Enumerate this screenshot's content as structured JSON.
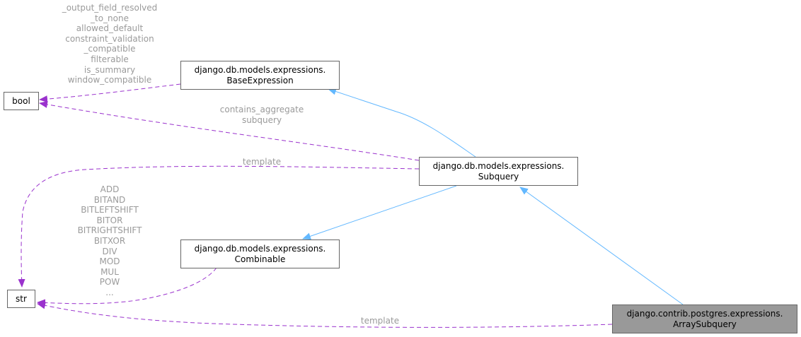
{
  "nodes": {
    "bool": {
      "label": "bool"
    },
    "str": {
      "label": "str"
    },
    "base_expression": {
      "line1": "django.db.models.expressions.",
      "line2": "BaseExpression"
    },
    "subquery": {
      "line1": "django.db.models.expressions.",
      "line2": "Subquery"
    },
    "combinable": {
      "line1": "django.db.models.expressions.",
      "line2": "Combinable"
    },
    "array_subquery": {
      "line1": "django.contrib.postgres.expressions.",
      "line2": "ArraySubquery"
    }
  },
  "edge_labels": {
    "base_to_bool": [
      "_output_field_resolved",
      "_to_none",
      "allowed_default",
      "constraint_validation",
      "_compatible",
      "filterable",
      "is_summary",
      "window_compatible"
    ],
    "subquery_to_bool": [
      "contains_aggregate",
      "subquery"
    ],
    "subquery_to_str": [
      "template"
    ],
    "combinable_to_str": [
      "ADD",
      "BITAND",
      "BITLEFTSHIFT",
      "BITOR",
      "BITRIGHTSHIFT",
      "BITXOR",
      "DIV",
      "MOD",
      "MUL",
      "POW",
      "..."
    ],
    "array_to_str": [
      "template"
    ]
  },
  "colors": {
    "inheritance": "#63b8ff",
    "usage": "#9a32cd",
    "label_text": "#9a9a9a",
    "focus_fill": "#999999",
    "node_border": "#666666"
  }
}
